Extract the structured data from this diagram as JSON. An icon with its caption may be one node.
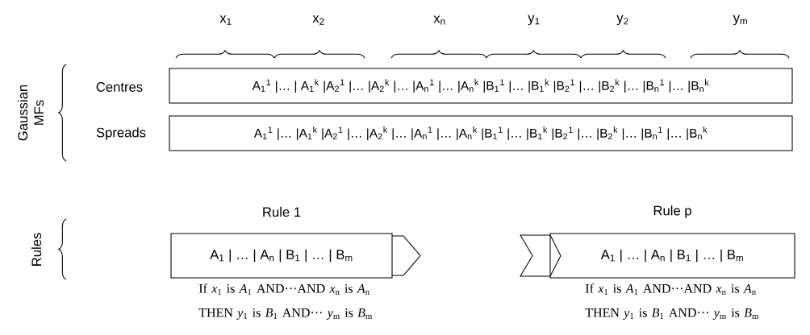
{
  "diagram": {
    "nodes": [
      {
        "text": [
          "A$_{1}$$^{1}$ |… | A$_{1}$$^{k}$ |A$_{2}$$^{1}$ |… |A$_{2}$$^{k}$ |… |A$_{n}$$^{1}$ |… |A$_{n}$$^{k}$ |B$_{1}$$^{1}$ |… |B$_{1}$$^{k}$ |B$_{2}$$^{1}$ |… |B$_{2}$$^{k}$ |… |B$_{n}$$^{1}$ |… |B$_{n}$$^{k}$"
        ],
        "beside": [
          "Centres"
        ]
      },
      {
        "text": [
          "A$_{1}$$^{1}$ |… |A$_{1}$$^{k}$ |A$_{2}$$^{1}$ |… |A$_{2}$$^{k}$ |… |A$_{n}$$^{1}$ |… |A$_{n}$$^{k}$ |B$_{1}$$^{1}$ |… |B$_{1}$$^{k}$ |B$_{2}$$^{1}$ |… |B$_{2}$$^{k}$ |… |B$_{n}$$^{1}$ |… |B$_{n}$$^{k}$"
        ],
        "beside": [
          "Spreads"
        ]
      },
      {
        "text": [
          "Rule 1",
          "A$_{1}$ | … | A$_{n}$ | B$_{1}$ | … | B$_{m}$"
        ],
        "beside": [
          "If *x*$_{1}$ is *A*$_{1}$ AND···AND *x*$_{n}$ is *A*$_{n}$ THEN *y*$_{1}$ is *B*$_{1}$ AND··· *y*$_{m}$ is *B*$_{m}$"
        ]
      },
      {
        "text": [
          "Rule p",
          "A$_{1}$ | … | A$_{n}$ | B$_{1}$ | … | B$_{m}$"
        ],
        "beside": [
          "If *x*$_{1}$ is *A*$_{1}$ AND···AND *x*$_{n}$ is *A*$_{n}$ THEN *y*$_{1}$ is *B*$_{1}$ AND··· *y*$_{m}$ is *B*$_{m}$"
        ]
      }
    ],
    "labels": [
      "x$_{1}$",
      "x$_{2}$",
      "x$_{n}$",
      "y$_{1}$",
      "y$_{2}$",
      "y$_{m}$",
      "Gaussian MFs",
      "Rules"
    ]
  }
}
